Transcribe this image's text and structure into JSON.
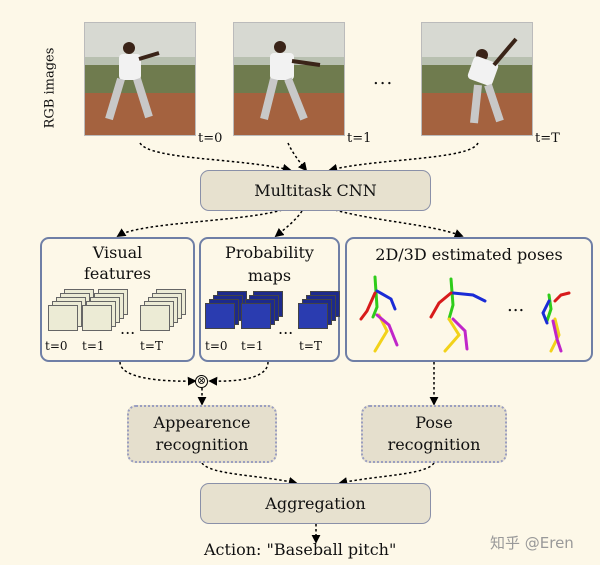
{
  "rgb_label": "RGB images",
  "frames": [
    {
      "label": "t=0"
    },
    {
      "label": "t=1"
    },
    {
      "label": "t=T"
    }
  ],
  "frame_ellipsis": "...",
  "multitask": "Multitask CNN",
  "visual": {
    "title_line1": "Visual",
    "title_line2": "features",
    "labels": [
      "t=0",
      "t=1",
      "t=T"
    ],
    "ellipsis": "..."
  },
  "prob": {
    "title_line1": "Probability",
    "title_line2": "maps",
    "labels": [
      "t=0",
      "t=1",
      "t=T"
    ],
    "ellipsis": "..."
  },
  "poses": {
    "title": "2D/3D estimated poses",
    "ellipsis": "...",
    "colors": {
      "green": "#2ecc1a",
      "blue": "#1a2bd6",
      "red": "#d81b1b",
      "yellow": "#f2d21a",
      "magenta": "#c026c9"
    }
  },
  "combine_symbol": "⊗",
  "appearance": {
    "line1": "Appearence",
    "line2": "recognition"
  },
  "pose_rec": {
    "line1": "Pose",
    "line2": "recognition"
  },
  "aggregation": "Aggregation",
  "action": "Action: \"Baseball pitch\"",
  "watermark": "知乎 @Eren"
}
